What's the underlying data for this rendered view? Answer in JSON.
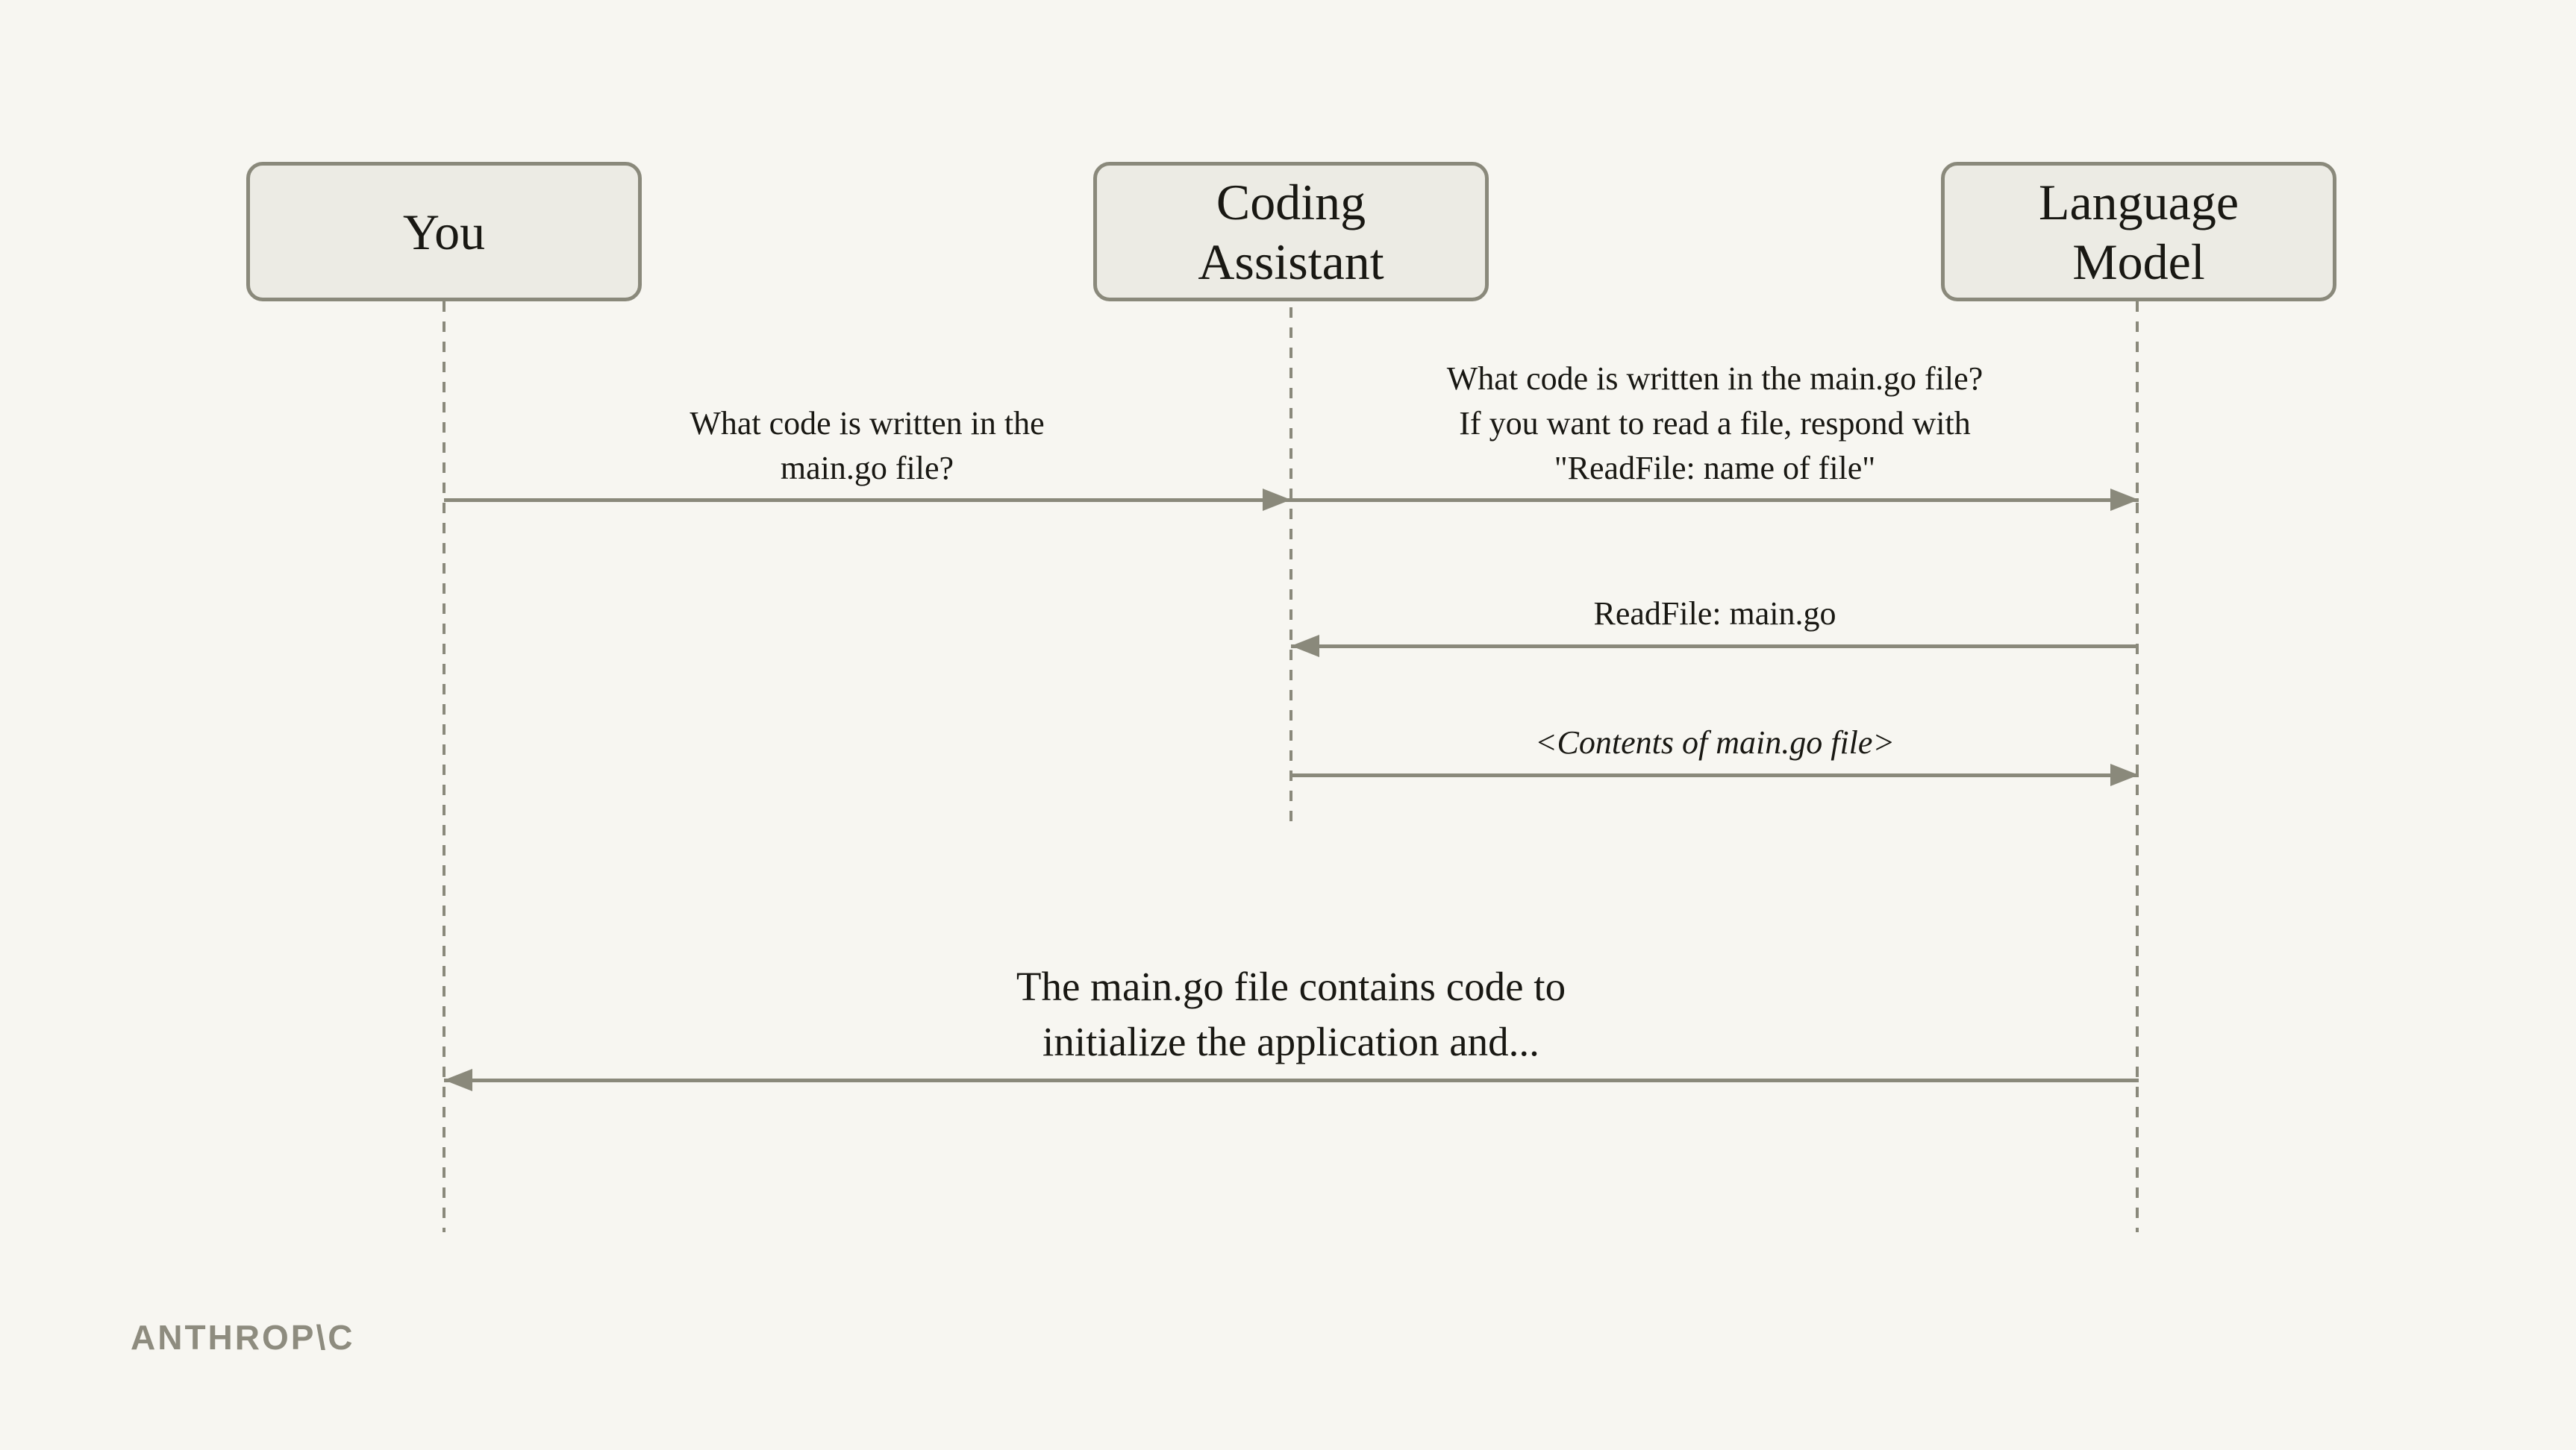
{
  "diagram": {
    "type": "sequence-diagram",
    "actors": [
      {
        "id": "you",
        "label": "You",
        "lines": [
          "You"
        ]
      },
      {
        "id": "coding-assistant",
        "label": "Coding Assistant",
        "lines": [
          "Coding",
          "Assistant"
        ]
      },
      {
        "id": "language-model",
        "label": "Language Model",
        "lines": [
          "Language",
          "Model"
        ]
      }
    ],
    "messages": [
      {
        "from": "You",
        "to": "Coding Assistant",
        "direction": "right",
        "lines": [
          "What code is written in the",
          "main.go file?"
        ]
      },
      {
        "from": "Coding Assistant",
        "to": "Language Model",
        "direction": "right",
        "lines": [
          "What code is written in the main.go file?",
          "If you want to read a file, respond with",
          "\"ReadFile: name of file\""
        ]
      },
      {
        "from": "Language Model",
        "to": "Coding Assistant",
        "direction": "left",
        "lines": [
          "ReadFile: main.go"
        ]
      },
      {
        "from": "Coding Assistant",
        "to": "Language Model",
        "direction": "right",
        "style": "italic",
        "lines": [
          "<Contents of main.go file>"
        ]
      },
      {
        "from": "Language Model",
        "to": "You",
        "direction": "left",
        "lines": [
          "The main.go file contains code to",
          "initialize the application and..."
        ]
      }
    ]
  },
  "branding": {
    "logo_text": "ANTHROP\\C"
  },
  "colors": {
    "background": "#F7F6F1",
    "box_fill": "#ECEBE4",
    "stroke": "#8A897B",
    "text": "#191813",
    "logo": "#8E8C7F"
  }
}
